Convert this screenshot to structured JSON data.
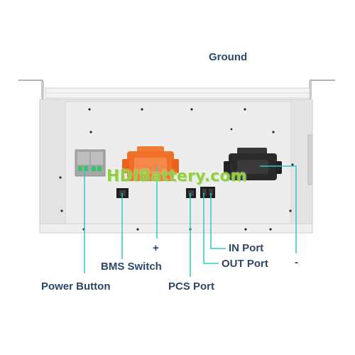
{
  "labels": {
    "ground": "Ground",
    "plus": "+",
    "minus": "-",
    "in_port": "IN Port",
    "out_port": "OUT Port",
    "bms_switch": "BMS Switch",
    "pcs_port": "PCS Port",
    "power_button": "Power Button"
  },
  "watermark": "HDIBattery.com",
  "colors": {
    "leader_line": "#2ec9c9",
    "label_text": "#2d4768",
    "watermark_text": "#8fd13a",
    "panel": "#ececec",
    "panel_dark": "#dcdcdc",
    "positive_terminal": "#f0702a",
    "negative_terminal": "#2a2a2a",
    "power_button_body": "#a9a9a9",
    "power_button_switch": "#35c46e"
  }
}
